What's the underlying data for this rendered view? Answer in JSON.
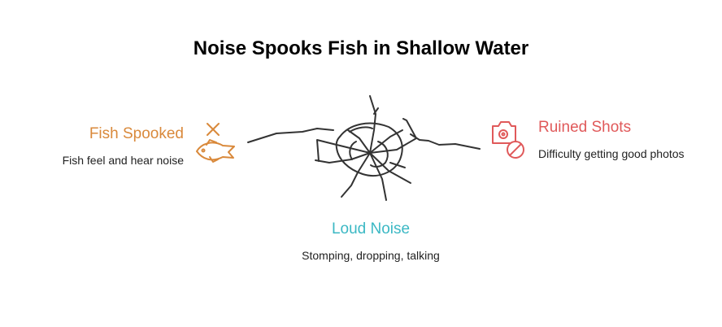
{
  "title": "Noise Spooks Fish in Shallow Water",
  "colors": {
    "fish_spooked": "#D9893B",
    "ruined_shots": "#E0595A",
    "loud_noise": "#3BB8C4",
    "crack_lines": "#333333"
  },
  "nodes": {
    "fish_spooked": {
      "heading": "Fish Spooked",
      "description": "Fish feel and hear noise",
      "icons": [
        "x-mark-icon",
        "fish-icon"
      ]
    },
    "ruined_shots": {
      "heading": "Ruined Shots",
      "description": "Difficulty getting good photos",
      "icons": [
        "camera-icon",
        "no-sign-icon"
      ]
    },
    "loud_noise": {
      "heading": "Loud Noise",
      "description": "Stomping, dropping, talking",
      "icons": [
        "shattered-glass-icon"
      ]
    }
  }
}
